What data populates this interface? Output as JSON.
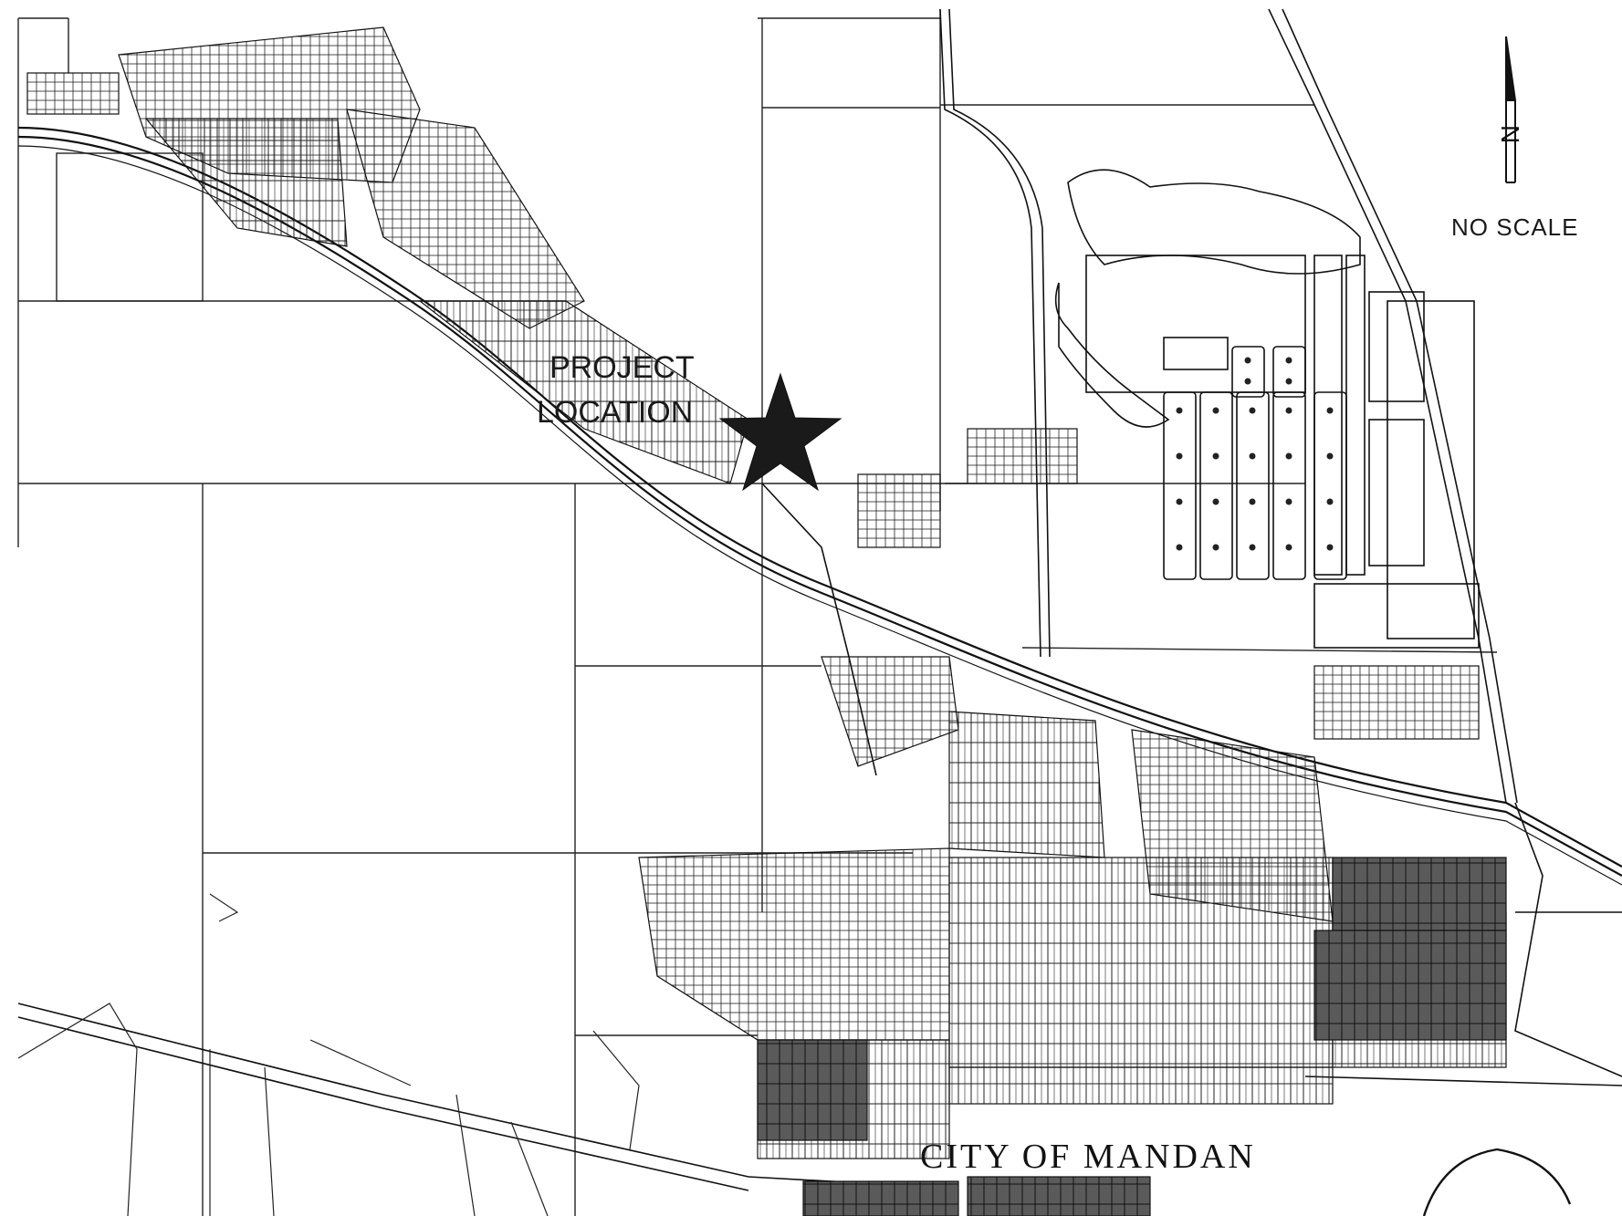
{
  "labels": {
    "project_line1": "PROJECT",
    "project_line2": "LOCATION",
    "scale": "NO SCALE",
    "city": "CITY OF MANDAN",
    "north": "N"
  },
  "colors": {
    "line": "#111111",
    "background": "#ffffff",
    "dense_block": "#5a5a5a"
  },
  "icons": {
    "project_marker": "star-icon",
    "north_arrow": "north-arrow-icon"
  }
}
